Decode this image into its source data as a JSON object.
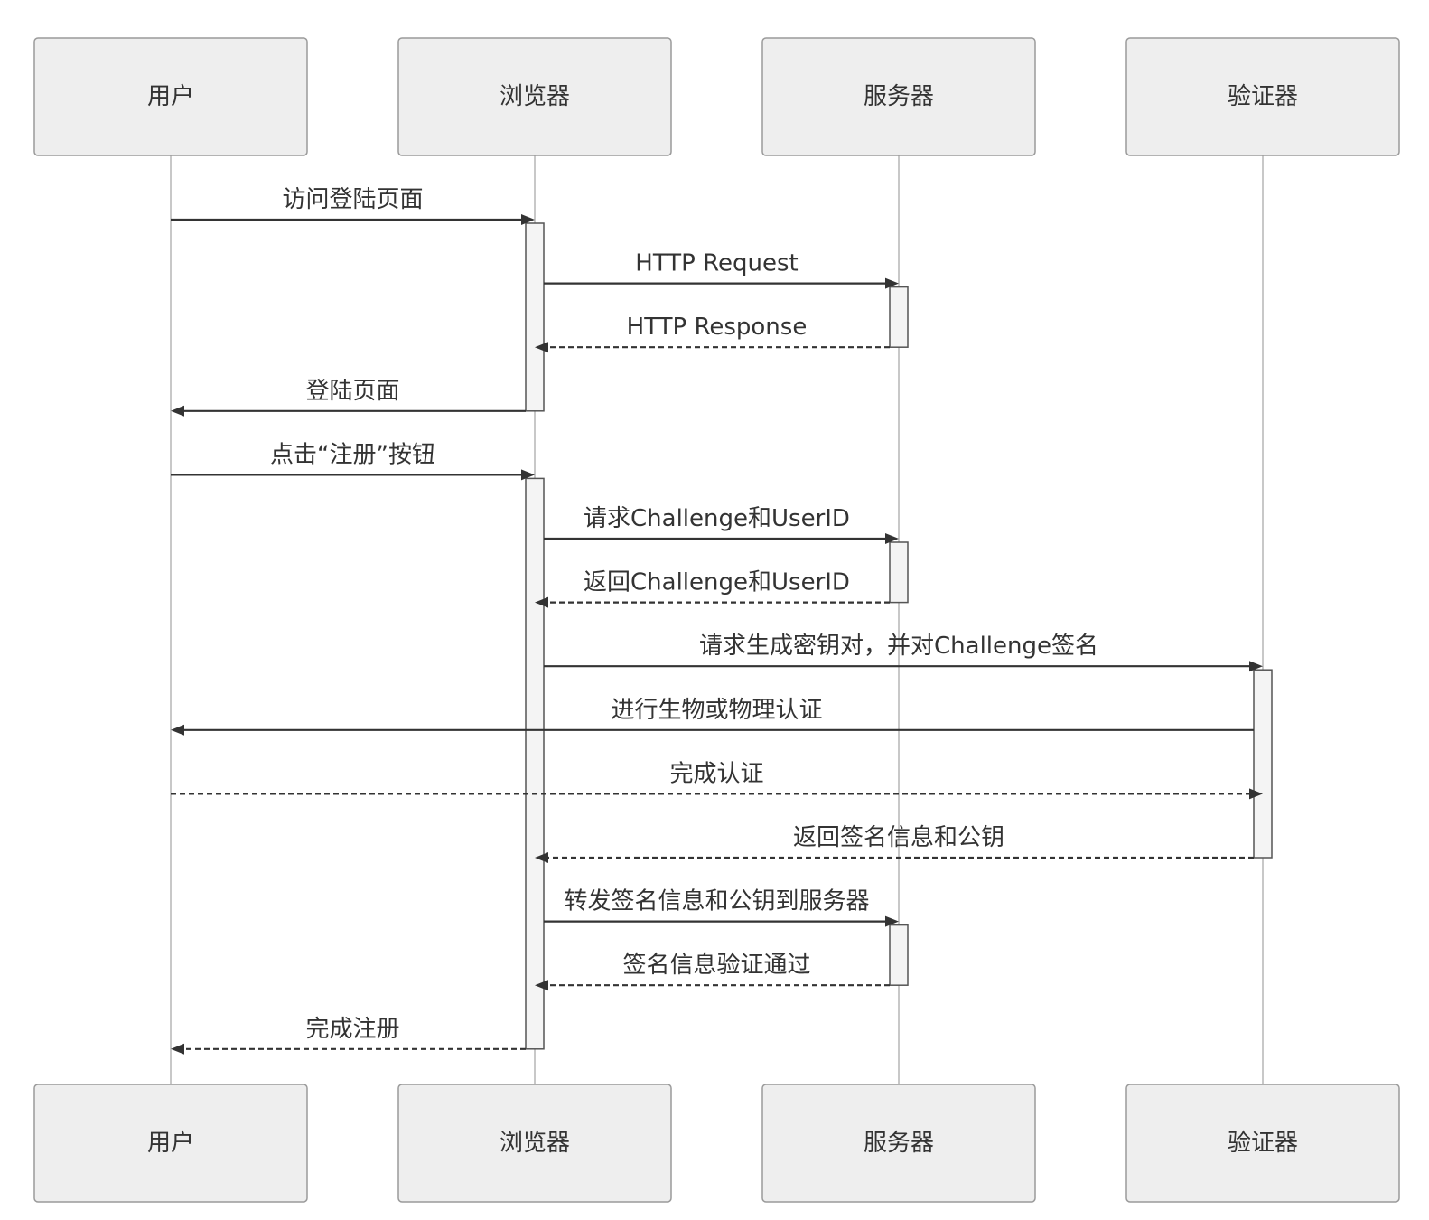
{
  "participants": [
    {
      "id": "user",
      "label": "用户"
    },
    {
      "id": "browser",
      "label": "浏览器"
    },
    {
      "id": "server",
      "label": "服务器"
    },
    {
      "id": "authenticator",
      "label": "验证器"
    }
  ],
  "messages": [
    {
      "from": "user",
      "to": "browser",
      "label": "访问登陆页面",
      "style": "solid"
    },
    {
      "from": "browser",
      "to": "server",
      "label": "HTTP Request",
      "style": "solid"
    },
    {
      "from": "server",
      "to": "browser",
      "label": "HTTP Response",
      "style": "dashed"
    },
    {
      "from": "browser",
      "to": "user",
      "label": "登陆页面",
      "style": "solid"
    },
    {
      "from": "user",
      "to": "browser",
      "label": "点击“注册”按钮",
      "style": "solid"
    },
    {
      "from": "browser",
      "to": "server",
      "label": "请求Challenge和UserID",
      "style": "solid"
    },
    {
      "from": "server",
      "to": "browser",
      "label": "返回Challenge和UserID",
      "style": "dashed"
    },
    {
      "from": "browser",
      "to": "authenticator",
      "label": "请求生成密钥对，并对Challenge签名",
      "style": "solid"
    },
    {
      "from": "authenticator",
      "to": "user",
      "label": "进行生物或物理认证",
      "style": "solid"
    },
    {
      "from": "user",
      "to": "authenticator",
      "label": "完成认证",
      "style": "dashed"
    },
    {
      "from": "authenticator",
      "to": "browser",
      "label": "返回签名信息和公钥",
      "style": "dashed"
    },
    {
      "from": "browser",
      "to": "server",
      "label": "转发签名信息和公钥到服务器",
      "style": "solid"
    },
    {
      "from": "server",
      "to": "browser",
      "label": "签名信息验证通过",
      "style": "dashed"
    },
    {
      "from": "browser",
      "to": "user",
      "label": "完成注册",
      "style": "dashed"
    }
  ],
  "activations": [
    {
      "participant": "browser",
      "from_message": 0,
      "to_message": 3
    },
    {
      "participant": "server",
      "from_message": 1,
      "to_message": 2
    },
    {
      "participant": "browser",
      "from_message": 4,
      "to_message": 13
    },
    {
      "participant": "server",
      "from_message": 5,
      "to_message": 6
    },
    {
      "participant": "authenticator",
      "from_message": 7,
      "to_message": 10
    },
    {
      "participant": "server",
      "from_message": 11,
      "to_message": 12
    }
  ]
}
